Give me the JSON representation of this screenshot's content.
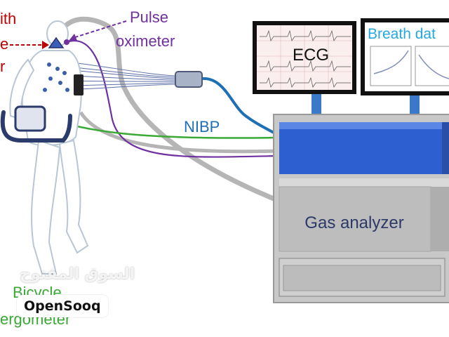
{
  "labels": {
    "left_top": "ith",
    "left_mid": "e",
    "left_bottom": "r",
    "pulse_line1": "Pulse",
    "pulse_line2": "oximeter",
    "ecg": "ECG",
    "breath": "Breath dat",
    "nibp": "NIBP",
    "gas": "Gas analyzer",
    "bicycle": "Bicycle",
    "ergometer": "ergometer"
  },
  "watermark": {
    "arabic": "السوق المفتوح",
    "brand": "OpenSooq"
  },
  "colors": {
    "red_label": "#c00000",
    "purple": "#7030a0",
    "green": "#3aa935",
    "blue_cable": "#1f6fb5",
    "blue_box": "#2e5fd0",
    "gray_box": "#bdbdbd",
    "monitor_stand": "#3a79c9",
    "breath_text": "#25a7e0"
  }
}
